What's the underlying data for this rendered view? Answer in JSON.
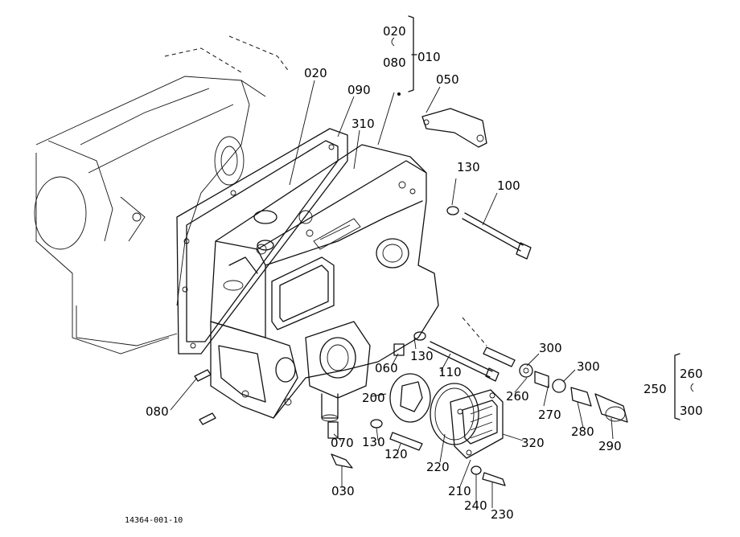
{
  "labels": {
    "l020a": "020",
    "l080a": "080",
    "l010": "010",
    "l020b": "020",
    "l090": "090",
    "l050": "050",
    "l310": "310",
    "l130a": "130",
    "l100": "100",
    "l300a": "300",
    "l130b": "130",
    "l110": "110",
    "l060": "060",
    "l300b": "300",
    "l260a": "260",
    "l250": "250",
    "l260b": "260",
    "l300c": "300",
    "l080b": "080",
    "l200": "200",
    "l270": "270",
    "l280": "280",
    "l290": "290",
    "l070": "070",
    "l130c": "130",
    "l120": "120",
    "l220": "220",
    "l320": "320",
    "l030": "030",
    "l210": "210",
    "l240": "240",
    "l230": "230"
  },
  "footer": {
    "drawing_no": "14364-001-10"
  }
}
